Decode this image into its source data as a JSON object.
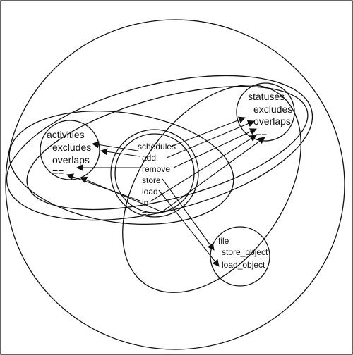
{
  "colors": {
    "stroke": "#111111",
    "background": "#ffffff"
  },
  "activities": {
    "title": "activities",
    "items": [
      "excludes",
      "overlaps",
      "=="
    ]
  },
  "statuses": {
    "title": "statuses",
    "items": [
      "excludes",
      "overlaps",
      "=="
    ]
  },
  "schedules": {
    "title": "schedules",
    "items": [
      "add",
      "remove",
      "store",
      "load",
      "in",
      "=="
    ]
  },
  "file": {
    "title": "file",
    "items": [
      "store_object",
      "load_object"
    ]
  }
}
